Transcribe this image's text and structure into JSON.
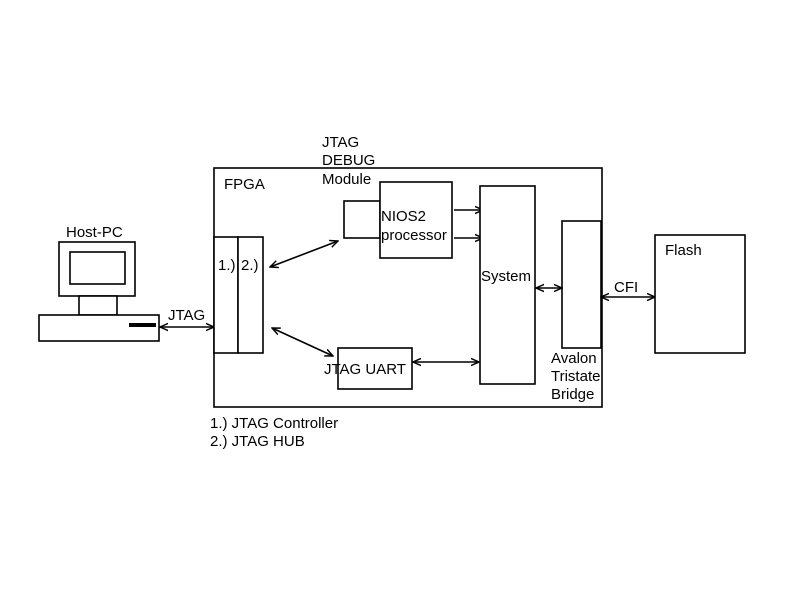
{
  "labels": {
    "host_pc": "Host-PC",
    "jtag_link": "JTAG",
    "fpga": "FPGA",
    "jtag_controller_short": "1.)",
    "jtag_hub_short": "2.)",
    "debug_module": [
      "JTAG",
      "DEBUG",
      "Module"
    ],
    "nios2": [
      "NIOS2",
      "processor"
    ],
    "system": "System",
    "jtag_uart": "JTAG UART",
    "avalon_bridge": [
      "Avalon",
      "Tristate",
      "Bridge"
    ],
    "cfi": "CFI",
    "flash": "Flash"
  },
  "legend": [
    "1.) JTAG Controller",
    "2.) JTAG HUB"
  ]
}
